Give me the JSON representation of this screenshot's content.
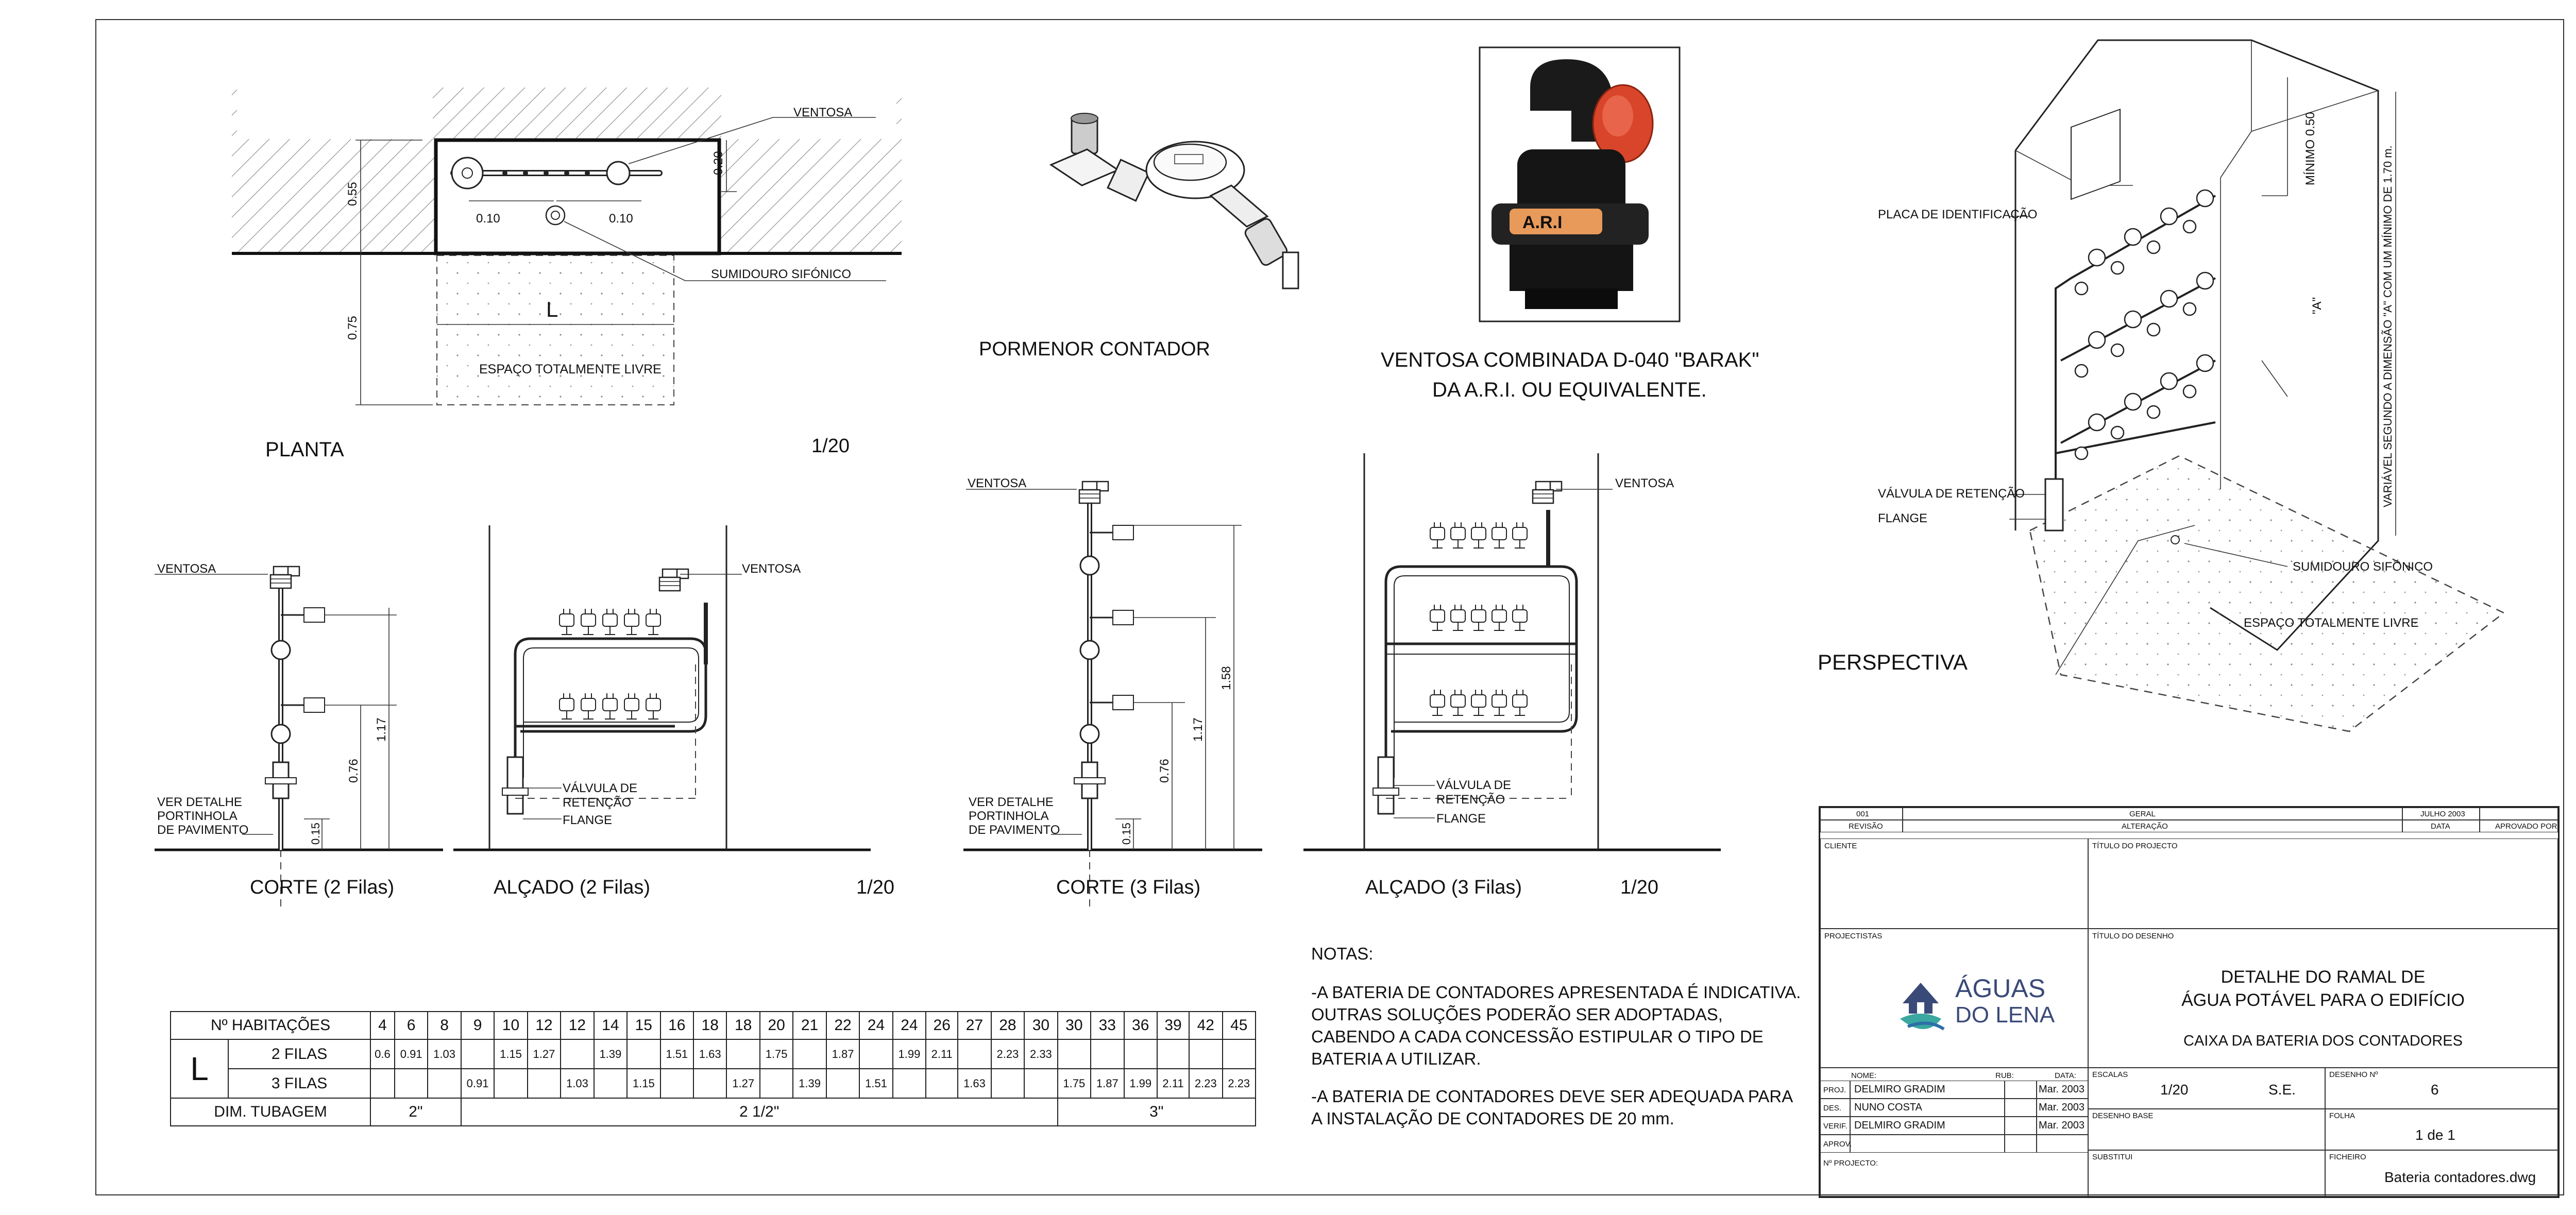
{
  "planta": {
    "title": "PLANTA",
    "scale": "1/20",
    "ventosa": "VENTOSA",
    "sumidouro": "SUMIDOURO SIFÓNICO",
    "espaco": "ESPAÇO TOTALMENTE LIVRE",
    "l": "L",
    "d055": "0.55",
    "d075": "0.75",
    "d010a": "0.10",
    "d010b": "0.10",
    "d020": "0.20"
  },
  "contador": {
    "title": "PORMENOR CONTADOR"
  },
  "ventosa_photo": {
    "line1": "VENTOSA COMBINADA D-040 \"BARAK\"",
    "line2": "DA A.R.I. OU EQUIVALENTE.",
    "brand": "A.R.I"
  },
  "perspectiva": {
    "title": "PERSPECTIVA",
    "placa": "PLACA DE IDENTIFICAÇÃO",
    "valvula": "VÁLVULA DE RETENÇÃO",
    "flange": "FLANGE",
    "sumidouro": "SUMIDOURO SIFÓNICO",
    "espaco": "ESPAÇO TOTALMENTE LIVRE",
    "minimo": "MÍNIMO 0.50",
    "a": "\"A\"",
    "variavel": "VARIÁVEL SEGUNDO A DIMENSÃO \"A\" COM UM MÍNIMO DE 1.70 m."
  },
  "corte2": {
    "title": "CORTE (2 Filas)",
    "ventosa": "VENTOSA",
    "ver1": "VER DETALHE",
    "ver2": "PORTINHOLA",
    "ver3": "DE PAVIMENTO",
    "d117": "1.17",
    "d076": "0.76",
    "d015": "0.15"
  },
  "alcado2": {
    "title": "ALÇADO (2 Filas)",
    "scale": "1/20",
    "ventosa": "VENTOSA",
    "valv1": "VÁLVULA DE",
    "valv2": "RETENÇÃO",
    "flange": "FLANGE"
  },
  "corte3": {
    "title": "CORTE (3 Filas)",
    "ventosa": "VENTOSA",
    "ver1": "VER DETALHE",
    "ver2": "PORTINHOLA",
    "ver3": "DE PAVIMENTO",
    "d158": "1.58",
    "d117": "1.17",
    "d076": "0.76",
    "d015": "0.15"
  },
  "alcado3": {
    "title": "ALÇADO (3 Filas)",
    "scale": "1/20",
    "ventosa": "VENTOSA",
    "valv1": "VÁLVULA DE",
    "valv2": "RETENÇÃO",
    "flange": "FLANGE"
  },
  "notes": {
    "title": "NOTAS:",
    "n1a": "-A BATERIA DE CONTADORES APRESENTADA É INDICATIVA.",
    "n1b": "OUTRAS SOLUÇÕES PODERÃO SER ADOPTADAS,",
    "n1c": "CABENDO A CADA CONCESSÃO ESTIPULAR O TIPO DE",
    "n1d": "BATERIA A UTILIZAR.",
    "n2a": "-A BATERIA DE CONTADORES DEVE SER ADEQUADA PARA",
    "n2b": "A INSTALAÇÃO DE CONTADORES DE 20 mm."
  },
  "table": {
    "hab_label": "Nº HABITAÇÕES",
    "l_label": "L",
    "row2": "2 FILAS",
    "row3": "3 FILAS",
    "dim_label": "DIM. TUBAGEM",
    "habitacoes": [
      "4",
      "6",
      "8",
      "9",
      "10",
      "12",
      "12",
      "14",
      "15",
      "16",
      "18",
      "18",
      "20",
      "21",
      "22",
      "24",
      "24",
      "26",
      "27",
      "28",
      "30",
      "30",
      "33",
      "36",
      "39",
      "42",
      "45"
    ],
    "f2": [
      "0.6",
      "0.91",
      "1.03",
      "",
      "1.15",
      "1.27",
      "",
      "1.39",
      "",
      "1.51",
      "1.63",
      "",
      "1.75",
      "",
      "1.87",
      "",
      "1.99",
      "2.11",
      "",
      "2.23",
      "2.33",
      "",
      "",
      "",
      "",
      "",
      ""
    ],
    "f3": [
      "",
      "",
      "",
      "0.91",
      "",
      "",
      "1.03",
      "",
      "1.15",
      "",
      "",
      "1.27",
      "",
      "1.39",
      "",
      "1.51",
      "",
      "",
      "1.63",
      "",
      "",
      "1.75",
      "1.87",
      "1.99",
      "2.11",
      "2.23",
      "2.23"
    ],
    "dims": [
      "2\"",
      "2 1/2\"",
      "3\""
    ]
  },
  "titleblock": {
    "rev_num": "001",
    "rev_desc": "GERAL",
    "rev_date": "JULHO 2003",
    "h_revisao": "REVISÃO",
    "h_alteracao": "ALTERAÇÃO",
    "h_data": "DATA",
    "h_aprovado": "APROVADO POR",
    "cliente": "CLIENTE",
    "titulo_projecto": "TÍTULO DO PROJECTO",
    "projectistas": "PROJECTISTAS",
    "titulo_desenho": "TÍTULO DO DESENHO",
    "logo1": "ÁGUAS",
    "logo2": "DO LENA",
    "t1": "DETALHE DO RAMAL DE",
    "t2": "ÁGUA POTÁVEL PARA O EDIFÍCIO",
    "t3": "CAIXA DA BATERIA DOS CONTADORES",
    "nome": "NOME:",
    "rub": "RUB:",
    "data": "DATA:",
    "proj": "PROJ.",
    "des": "DES.",
    "verif": "VERIF.",
    "aprov": "APROV.",
    "projecto_no": "Nº PROJECTO:",
    "p1": "DELMIRO GRADIM",
    "p2": "NUNO COSTA",
    "p3": "DELMIRO GRADIM",
    "dt1": "Mar. 2003",
    "dt2": "Mar. 2003",
    "dt3": "Mar. 2003",
    "escalas": "ESCALAS",
    "escala_val": "1/20",
    "se": "S.E.",
    "desenho_no": "DESENHO Nº",
    "desenho_val": "6",
    "desenho_base": "DESENHO BASE",
    "folha": "FOLHA",
    "folha_val": "1 de 1",
    "substitui": "SUBSTITUI",
    "ficheiro": "FICHEIRO",
    "ficheiro_val": "Bateria contadores.dwg"
  }
}
